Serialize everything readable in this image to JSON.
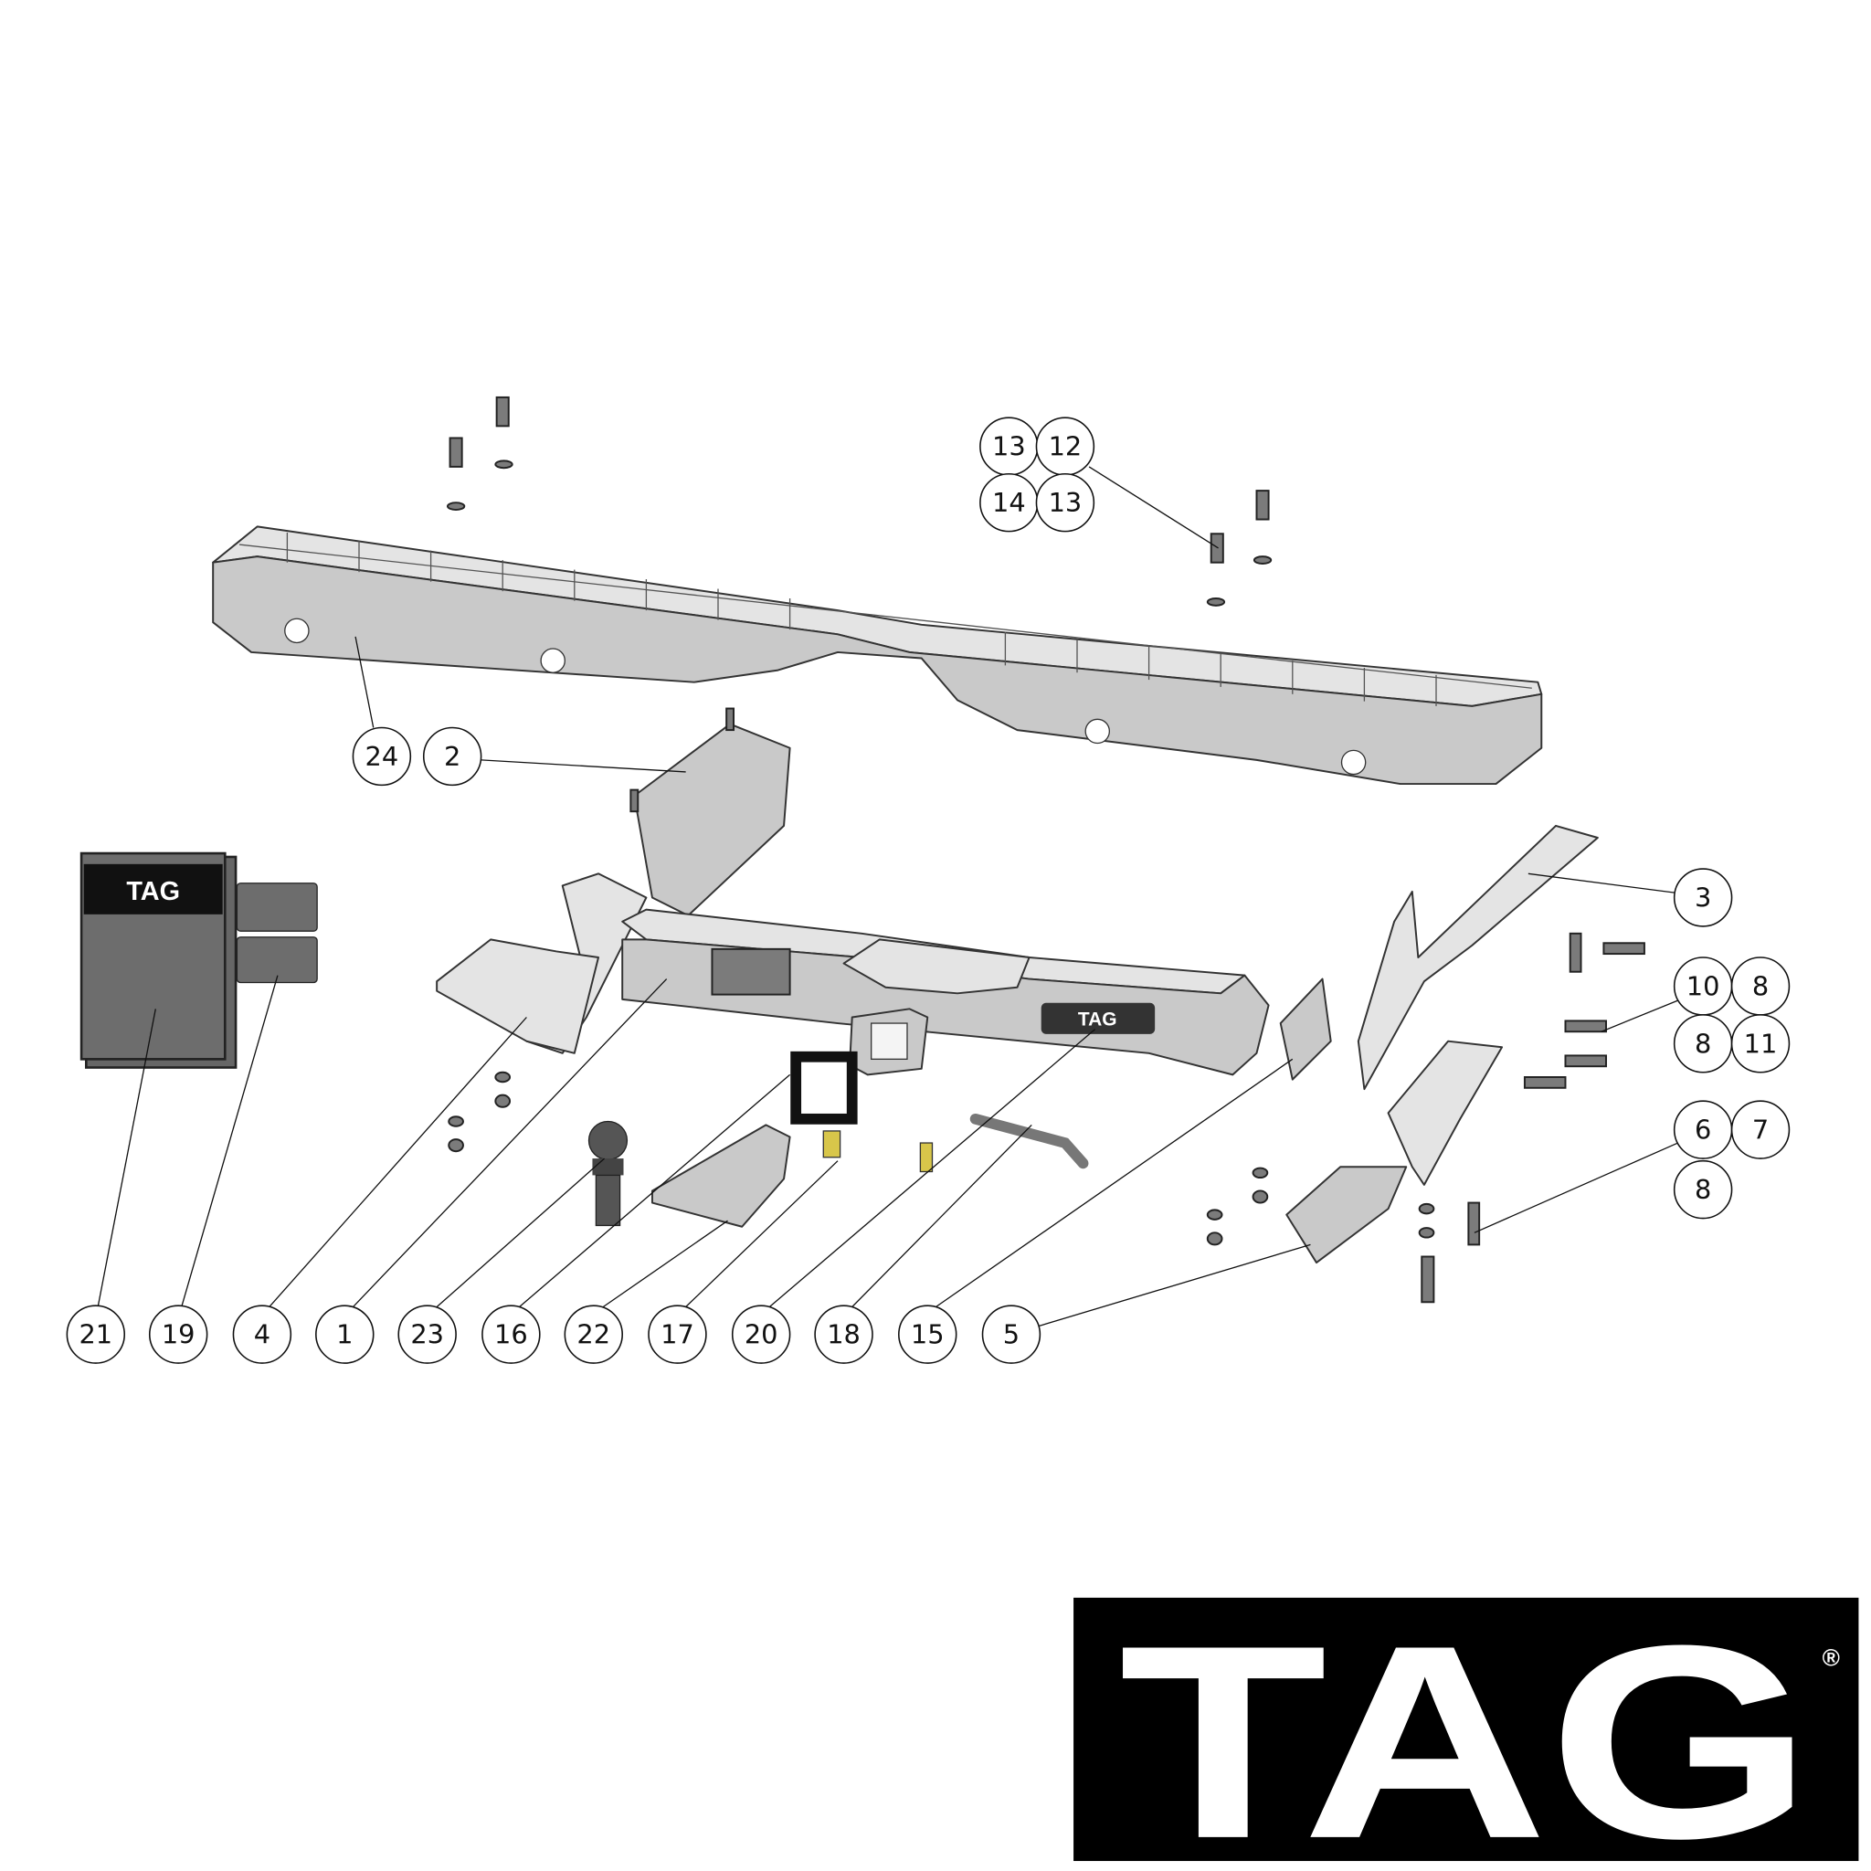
{
  "diagram": {
    "title": "Tow bar exploded parts diagram",
    "callouts_bottom_row": [
      "21",
      "19",
      "4",
      "1",
      "23",
      "16",
      "22",
      "17",
      "20",
      "18",
      "15",
      "5"
    ],
    "callouts_bumper": [
      "24",
      "2"
    ],
    "callouts_top_bolts": [
      "13",
      "12",
      "14",
      "13"
    ],
    "callouts_right": {
      "bracket": "3",
      "bolt_group_a": [
        "10",
        "8",
        "8",
        "11"
      ],
      "bolt_group_b": [
        "6",
        "7",
        "8"
      ]
    }
  },
  "logo": {
    "brand": "TAG",
    "registered_mark": "®"
  },
  "colors": {
    "steel": "#c9c9c9",
    "dark": "#7b7b7b",
    "logo_bg": "#000000"
  }
}
